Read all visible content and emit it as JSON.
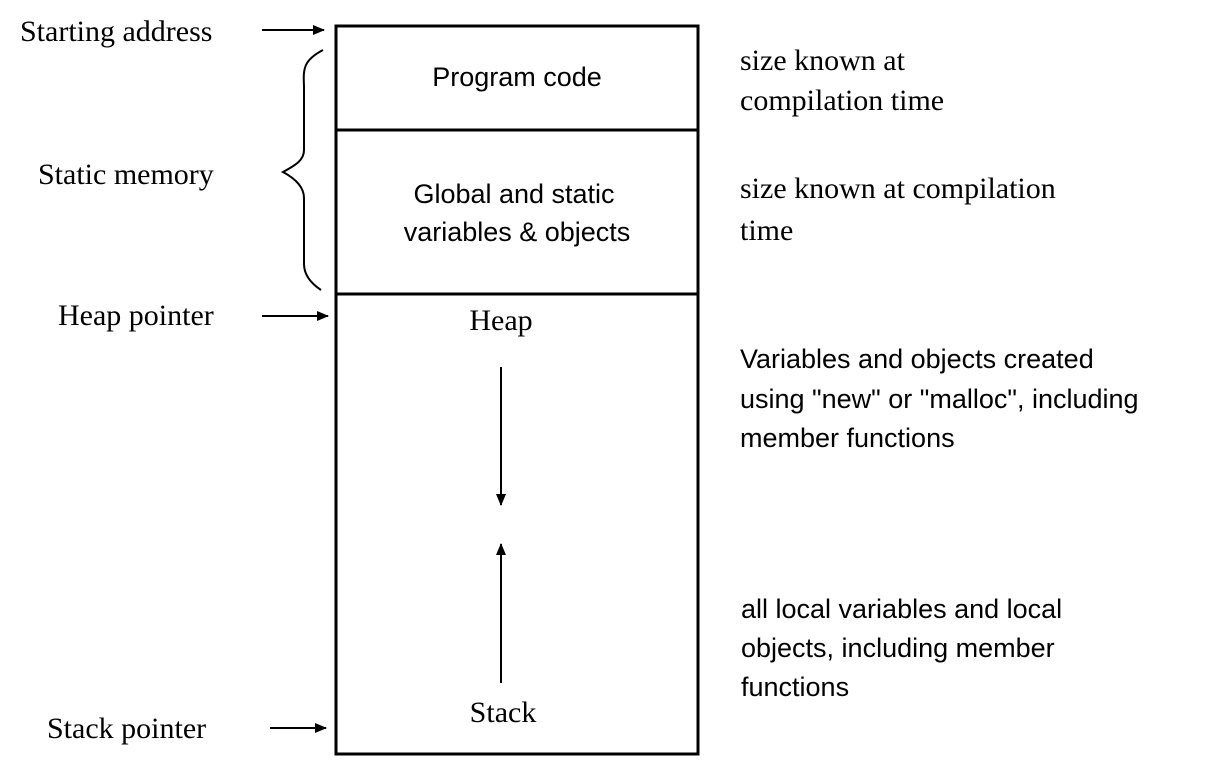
{
  "left_labels": {
    "starting_address": "Starting address",
    "static_memory": "Static memory",
    "heap_pointer": "Heap pointer",
    "stack_pointer": "Stack pointer"
  },
  "segments": {
    "program_code": "Program code",
    "globals_line1": "Global and static",
    "globals_line2": "variables & objects",
    "heap": "Heap",
    "stack": "Stack"
  },
  "notes": {
    "program_code": [
      "size known at",
      "compilation time"
    ],
    "globals": [
      "size known at compilation",
      "time"
    ],
    "heap": [
      "Variables and objects created",
      "using \"new\" or \"malloc\", including",
      "member functions"
    ],
    "stack": [
      "all local variables and local",
      "objects, including member",
      "functions"
    ]
  }
}
